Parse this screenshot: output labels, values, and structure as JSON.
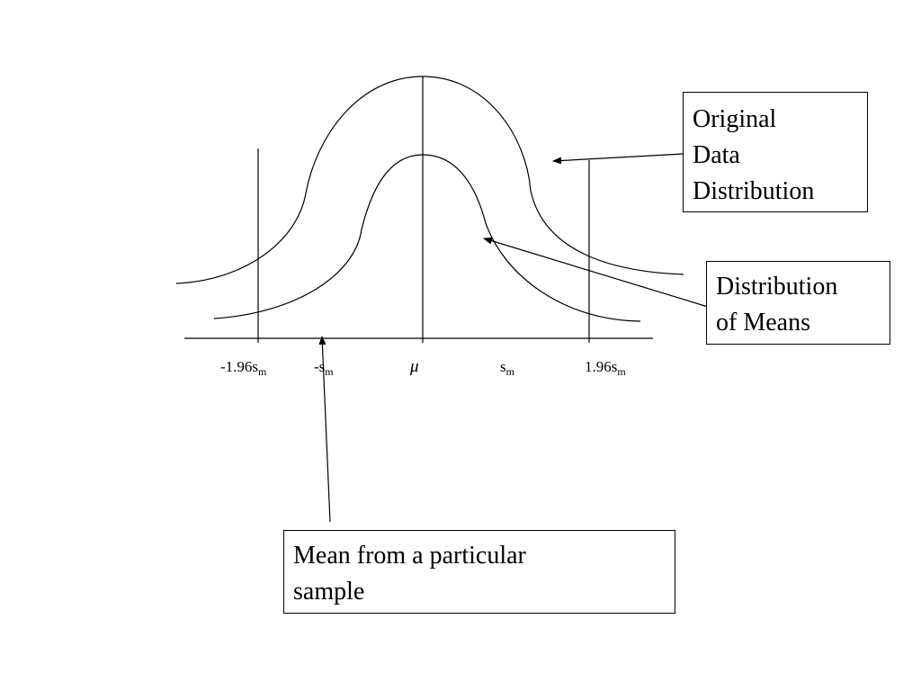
{
  "diagram": {
    "tick_labels": {
      "minus_196": {
        "main": "-1.96s",
        "sub": "m"
      },
      "minus_1": {
        "main": "-s",
        "sub": "m"
      },
      "mu": {
        "main": "μ"
      },
      "plus_1": {
        "main": "s",
        "sub": "m"
      },
      "plus_196": {
        "main": "1.96s",
        "sub": "m"
      }
    },
    "callouts": {
      "original": [
        "Original",
        "Data",
        "Distribution"
      ],
      "means": [
        "Distribution",
        "of Means"
      ],
      "sample": [
        "Mean from a particular",
        "sample"
      ]
    },
    "colors": {
      "line": "#000000",
      "background": "#ffffff"
    }
  }
}
